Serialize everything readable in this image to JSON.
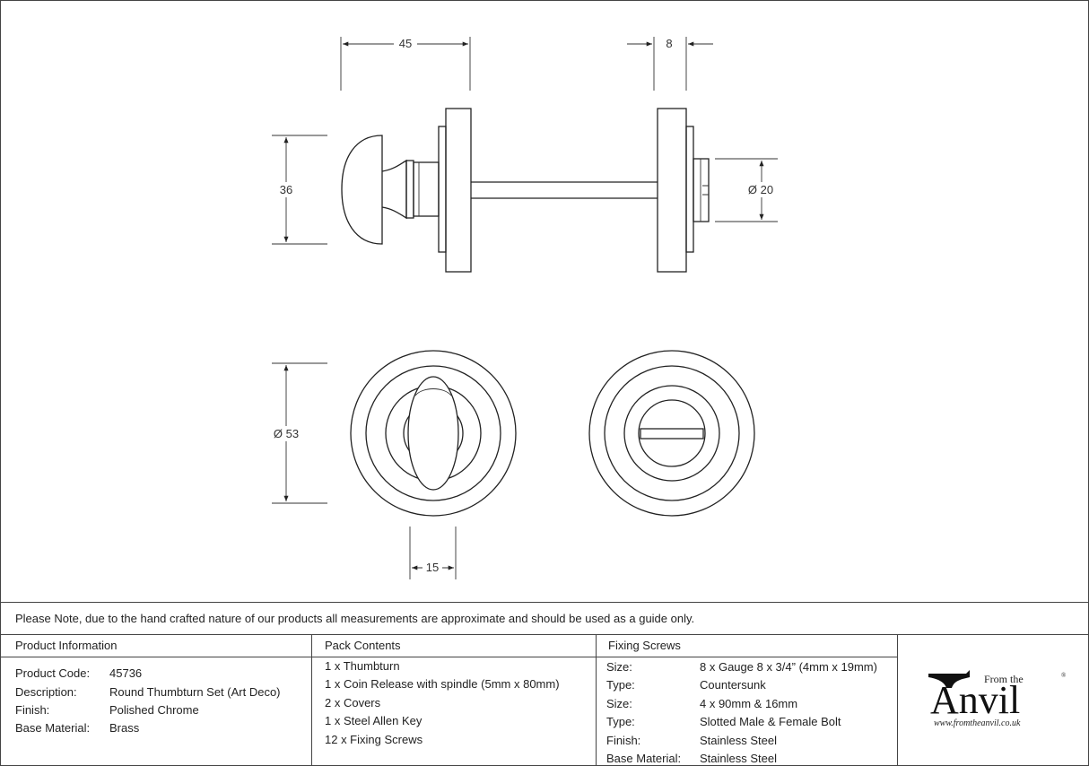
{
  "dimensions": {
    "width_45": "45",
    "depth_8": "8",
    "height_36": "36",
    "dia_20": "Ø 20",
    "dia_53": "Ø 53",
    "width_15": "15"
  },
  "note": "Please Note, due to the hand crafted nature of our products all measurements are approximate and should be used as a guide only.",
  "product_information": {
    "heading": "Product Information",
    "rows": [
      {
        "label": "Product Code:",
        "value": "45736"
      },
      {
        "label": "Description:",
        "value": "Round Thumbturn Set (Art Deco)"
      },
      {
        "label": "Finish:",
        "value": "Polished Chrome"
      },
      {
        "label": "Base Material:",
        "value": "Brass"
      }
    ]
  },
  "pack_contents": {
    "heading": "Pack Contents",
    "items": [
      "1 x Thumbturn",
      "1 x Coin Release with spindle (5mm x 80mm)",
      "2 x Covers",
      "1 x Steel Allen Key",
      "12 x Fixing Screws"
    ]
  },
  "fixing_screws": {
    "heading": "Fixing Screws",
    "rows": [
      {
        "label": "Size:",
        "value": "8 x Gauge 8 x 3/4” (4mm x 19mm)"
      },
      {
        "label": "Type:",
        "value": "Countersunk"
      },
      {
        "label": "Size:",
        "value": "4 x 90mm & 16mm"
      },
      {
        "label": "Type:",
        "value": "Slotted Male & Female Bolt"
      },
      {
        "label": "Finish:",
        "value": "Stainless Steel"
      },
      {
        "label": "Base Material:",
        "value": "Stainless Steel"
      }
    ]
  },
  "logo": {
    "from_the": "From the",
    "anvil": "Anvil",
    "registered": "®",
    "url": "www.fromtheanvil.co.uk"
  }
}
